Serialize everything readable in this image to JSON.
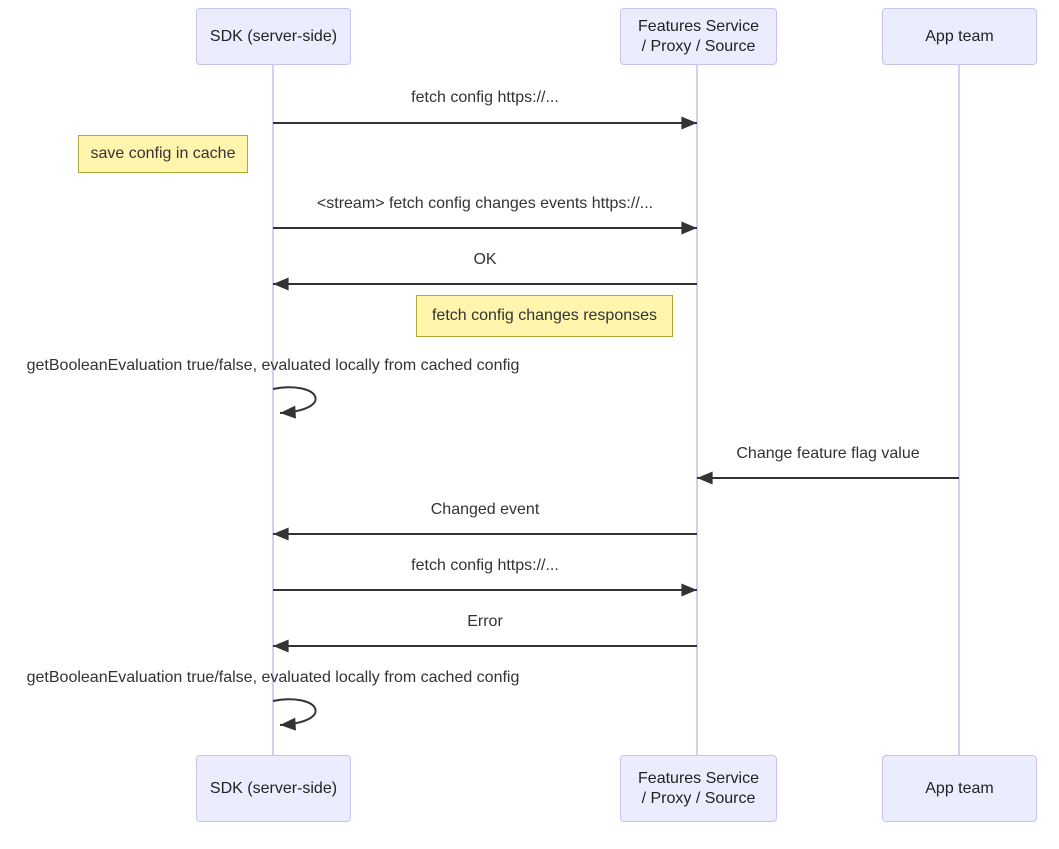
{
  "diagram": {
    "type": "sequence-diagram",
    "colors": {
      "actor_fill": "#ECECFF",
      "actor_border": "#c9c2ec",
      "lifeline": "#d5cfee",
      "note_fill": "#fff5ad",
      "note_border": "#aaaa33",
      "arrow": "#333333",
      "text": "#333333",
      "background": "#ffffff"
    },
    "actors": [
      {
        "id": "sdk",
        "lines": [
          "SDK (server-side)"
        ]
      },
      {
        "id": "features",
        "lines": [
          "Features Service",
          "/ Proxy / Source"
        ]
      },
      {
        "id": "app",
        "lines": [
          "App team"
        ]
      }
    ],
    "messages": [
      {
        "text": "fetch config https://...",
        "from": "sdk",
        "to": "features",
        "direction": "right"
      },
      {
        "text": "<stream> fetch config changes events https://...",
        "from": "sdk",
        "to": "features",
        "direction": "right"
      },
      {
        "text": "OK",
        "from": "features",
        "to": "sdk",
        "direction": "left"
      },
      {
        "text": "Change feature flag value",
        "from": "app",
        "to": "features",
        "direction": "left"
      },
      {
        "text": "Changed event",
        "from": "features",
        "to": "sdk",
        "direction": "left"
      },
      {
        "text": "fetch config https://...",
        "from": "sdk",
        "to": "features",
        "direction": "right"
      },
      {
        "text": "Error",
        "from": "features",
        "to": "sdk",
        "direction": "left"
      }
    ],
    "notes": [
      {
        "text": "save config in cache",
        "position": "left of sdk"
      },
      {
        "text": "fetch config changes responses",
        "position": "left of features"
      }
    ],
    "self_messages": [
      {
        "text": "getBooleanEvaluation true/false, evaluated locally from cached config",
        "actor": "sdk"
      },
      {
        "text": "getBooleanEvaluation true/false, evaluated locally from cached config",
        "actor": "sdk"
      }
    ]
  }
}
